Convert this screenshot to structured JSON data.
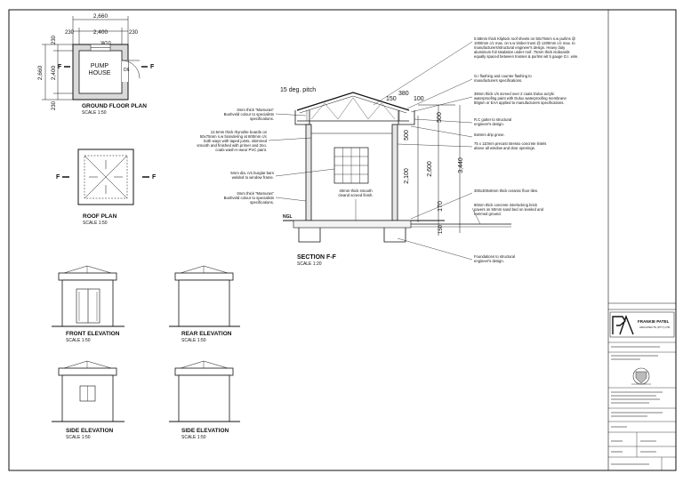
{
  "plan": {
    "dim_top_total": "2,660",
    "dim_top_left": "230",
    "dim_top_mid": "2,400",
    "dim_top_right": "230",
    "window_tag": "W10",
    "dim_left_total": "2,660",
    "dim_left_mid": "2,400",
    "dim_left_top": "230",
    "dim_left_bottom": "230",
    "room_line1": "PUMP",
    "room_line2": "HOUSE",
    "door_tag": "D6",
    "section_mark": "F",
    "title": "GROUND FLOOR PLAN",
    "scale": "SCALE 1:50"
  },
  "roof_plan": {
    "section_mark": "F",
    "title": "ROOF PLAN",
    "scale": "SCALE 1:50"
  },
  "elevations": [
    {
      "title": "FRONT ELEVATION",
      "scale": "SCALE 1:50"
    },
    {
      "title": "REAR ELEVATION",
      "scale": "SCALE 1:50"
    },
    {
      "title": "SIDE ELEVATION",
      "scale": "SCALE 1:50"
    },
    {
      "title": "SIDE ELEVATION",
      "scale": "SCALE 1:50"
    }
  ],
  "section": {
    "pitch": "15 deg. pitch",
    "dim_150": "150",
    "dim_380": "380",
    "dim_100": "100",
    "dim_500a": "500",
    "dim_500b": "500",
    "dim_2100": "2,100",
    "dim_2600": "2,600",
    "dim_3440": "3,440",
    "dim_170": "170",
    "dim_150b": "150",
    "ngl": "NGL",
    "title": "SECTION F-F",
    "scale": "SCALE 1:20",
    "notes_left": [
      [
        "3mm thick \"Mamuras\"",
        "Bushveld colour to specialists",
        "specifications."
      ],
      [
        "12.5mm thick rhynolite boards on",
        "50x75mm s.w brandering at 600mm c/c",
        "both ways with taped joints, skimmed",
        "smooth and finished with primer and 2no.",
        "coats wash-n-wear PVC paint."
      ],
      [
        "5mm dia. n/s burglar bars",
        "welded to window frame."
      ],
      [
        "3mm thick \"Mamuras\"",
        "Bushveld colour to specialists",
        "specifications."
      ]
    ],
    "note_center": [
      "40mm thick smooth",
      "cleand screed finish."
    ],
    "notes_right": [
      [
        "0.58mm thick Kliplock roof sheets on 50x75mm s.w purlins @",
        "1000mm c/c max. on s.w timber truss @ 1200mm c/c max. to",
        "manufacturers/structural engineer's design. Heavy duty",
        "aluminium foil sisalation under roof. 75mm thick isoboards",
        "equally spaced between trusses & purlins wit 5 gauge G.I. wire."
      ],
      [
        "G.I flashing and counter flashing to",
        "manufacturers specifications."
      ],
      [
        "38mm thick c/s screed over 2 coats Dulux acrylic",
        "waterproofing paint with Dulux waterproofing membrane",
        "80gsm or EAA applied to manufacturers specifications."
      ],
      [
        "R.C gutter to structural",
        "engineer's design."
      ],
      [
        "6x6mm drip grove."
      ],
      [
        "75 x 110mm precast stresso concrete lintels",
        "above all window and door openings."
      ],
      [
        "300x300x8mm thick ceramic floor tiles."
      ],
      [
        "80mm thick concrete interlocking brick",
        "pavers on 50mm sand bed on leveled and",
        "rammed ground."
      ],
      [
        "Foundations to structural",
        "engineer's design."
      ]
    ]
  },
  "titleblock": {
    "firm_line1": "FRANKIE PATEL",
    "firm_line2": "ARCHITECTS (PTY) LTD"
  }
}
